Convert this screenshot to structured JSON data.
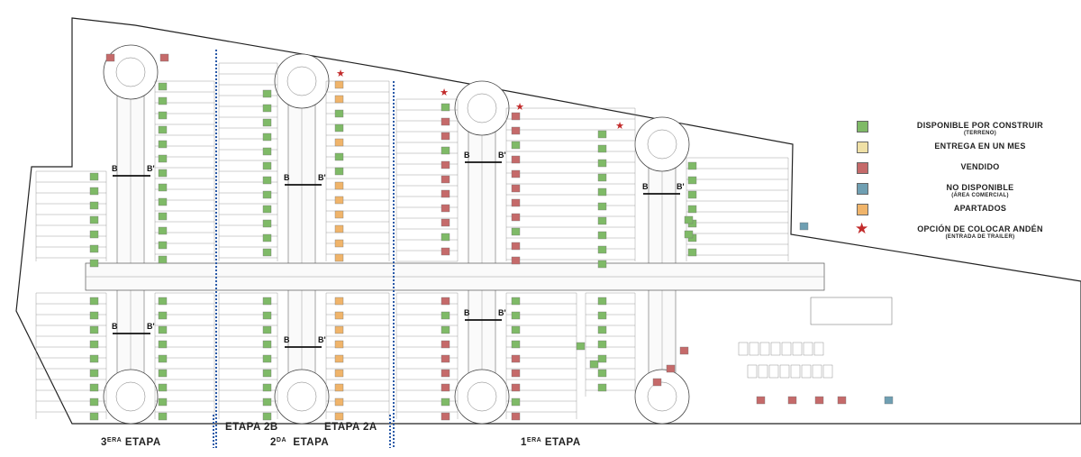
{
  "colors": {
    "disponible": "#7fba67",
    "entrega": "#efe0a6",
    "vendido": "#c56a6a",
    "no_disponible": "#6f9fb2",
    "apartados": "#f0b46a",
    "anden_star": "#c22a2a",
    "divider": "#2a5aa8"
  },
  "legend": {
    "disponible_label": "DISPONIBLE POR CONSTRUIR",
    "disponible_sub": "(TERRENO)",
    "entrega_label": "ENTREGA EN UN MES",
    "vendido_label": "VENDIDO",
    "no_disponible_label": "NO DISPONIBLE",
    "no_disponible_sub": "(ÁREA COMERCIAL)",
    "apartados_label": "APARTADOS",
    "anden_label": "OPCIÓN DE COLOCAR ANDÉN",
    "anden_sub": "(ENTRADA DE TRAILER)"
  },
  "stages": {
    "tercera": "3",
    "tercera_sup": "ERA",
    "tercera_word": " ETAPA",
    "segunda_2b": "ETAPA 2B",
    "segunda": "2",
    "segunda_sup": "DA",
    "segunda_word": "  ETAPA",
    "segunda_2a": "ETAPA 2A",
    "primera": "1",
    "primera_sup": "ERA",
    "primera_word": " ETAPA"
  },
  "section_markers": [
    "B",
    "B'"
  ],
  "icons": [
    "star-icon"
  ]
}
